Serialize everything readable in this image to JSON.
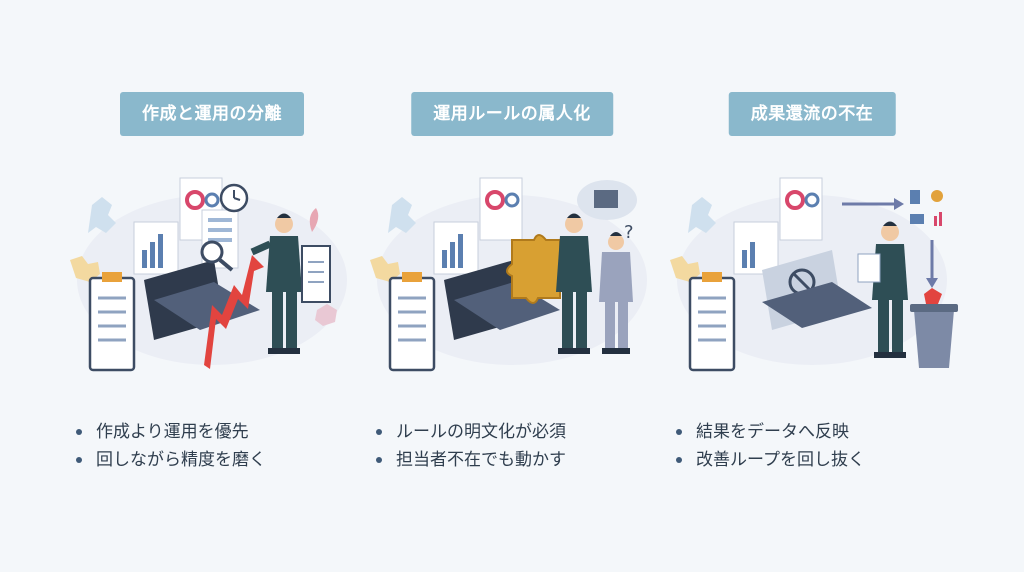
{
  "columns": [
    {
      "title": "作成と運用の分離",
      "bullets": [
        "作成より運用を優先",
        "回しながら精度を磨く"
      ],
      "illustration": "analyst-with-rising-chart"
    },
    {
      "title": "運用ルールの属人化",
      "bullets": [
        "ルールの明文化が必須",
        "担当者不在でも動かす"
      ],
      "illustration": "puzzle-knowledge-transfer"
    },
    {
      "title": "成果還流の不在",
      "bullets": [
        "結果をデータへ反映",
        "改善ループを回し抜く"
      ],
      "illustration": "results-discarded-to-trash"
    }
  ],
  "colors": {
    "background": "#f4f7fa",
    "title_bg": "#8ab8cc",
    "title_text": "#ffffff",
    "bullet_text": "#2f3e4e",
    "accent_red": "#e2443f",
    "suit": "#2e4e55",
    "puzzle_gold": "#d8a032"
  }
}
